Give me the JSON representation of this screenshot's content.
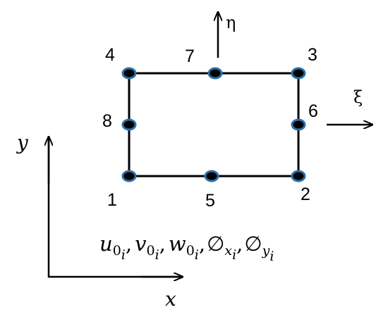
{
  "diagram": {
    "colors": {
      "stroke": "#000000",
      "node_fill": "#000000",
      "node_ring": "#2E6FA8"
    },
    "nodes": [
      {
        "id": "1",
        "label": "1"
      },
      {
        "id": "2",
        "label": "2"
      },
      {
        "id": "3",
        "label": "3"
      },
      {
        "id": "4",
        "label": "4"
      },
      {
        "id": "5",
        "label": "5"
      },
      {
        "id": "6",
        "label": "6"
      },
      {
        "id": "7",
        "label": "7"
      },
      {
        "id": "8",
        "label": "8"
      }
    ],
    "local_axes": {
      "eta": "η",
      "xi": "ξ"
    },
    "global_axes": {
      "x": "x",
      "y": "y"
    },
    "dofs": [
      {
        "base": "u",
        "sub1": "0",
        "sub2": "i"
      },
      {
        "base": "v",
        "sub1": "0",
        "sub2": "i"
      },
      {
        "base": "w",
        "sub1": "0",
        "sub2": "i"
      },
      {
        "base": "∅",
        "sub1": "x",
        "sub2": "i"
      },
      {
        "base": "∅",
        "sub1": "y",
        "sub2": "i"
      }
    ],
    "separator": ","
  }
}
